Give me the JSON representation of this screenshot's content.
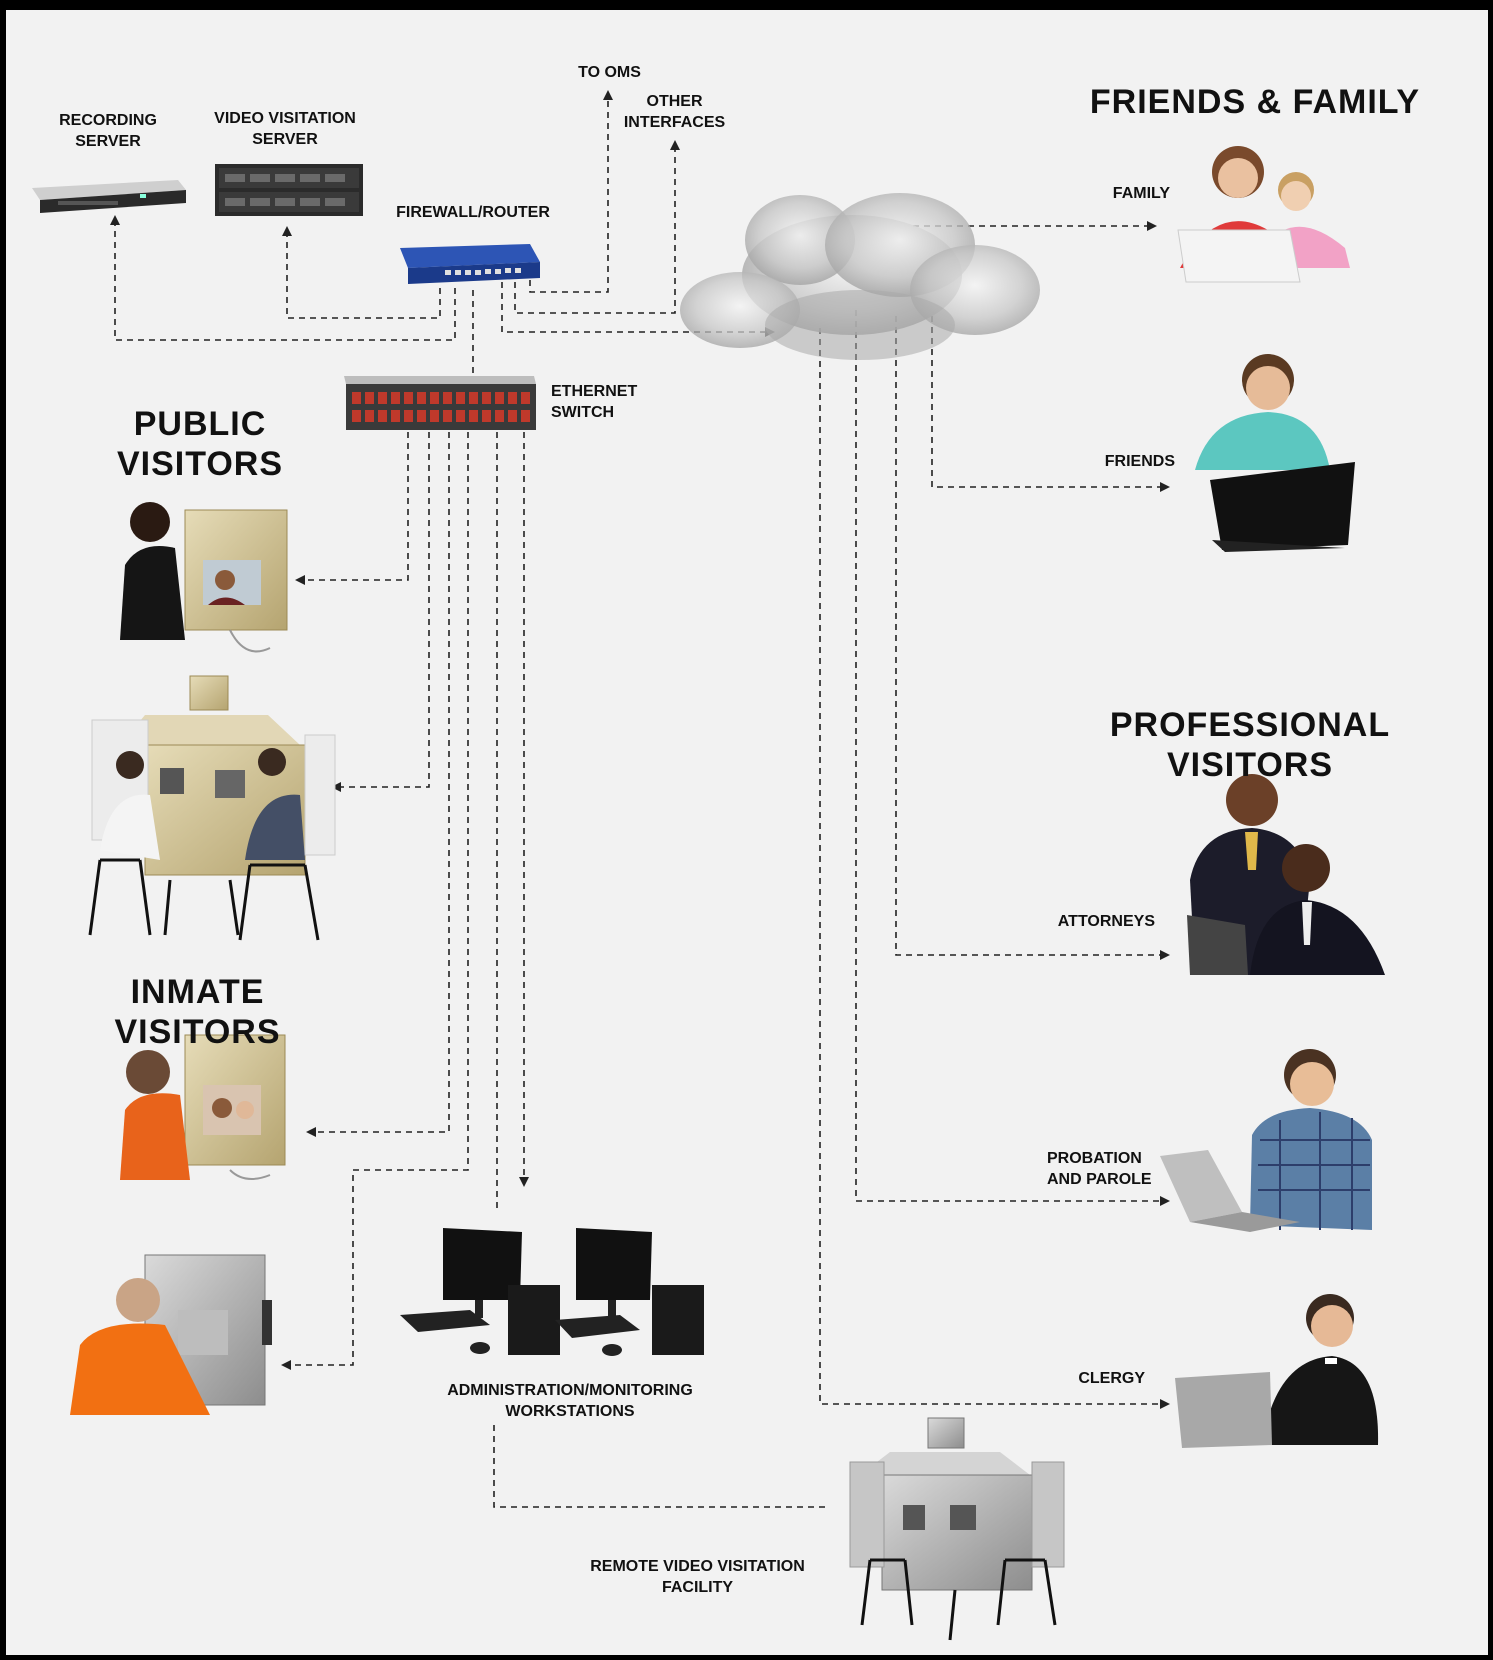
{
  "labels": {
    "recording_server": "RECORDING\nSERVER",
    "video_visitation_server": "VIDEO VISITATION\nSERVER",
    "firewall_router": "FIREWALL/ROUTER",
    "to_oms": "TO OMS",
    "other_interfaces": "OTHER\nINTERFACES",
    "ethernet_switch": "ETHERNET\nSWITCH",
    "family": "FAMILY",
    "friends": "FRIENDS",
    "attorneys": "ATTORNEYS",
    "probation_parole": "PROBATION\nAND PAROLE",
    "clergy": "CLERGY",
    "admin_workstations": "ADMINISTRATION/MONITORING\nWORKSTATIONS",
    "remote_facility": "REMOTE VIDEO VISITATION FACILITY"
  },
  "headings": {
    "friends_family": "FRIENDS & FAMILY",
    "public_visitors": "PUBLIC\nVISITORS",
    "professional_visitors": "PROFESSIONAL VISITORS",
    "inmate_visitors": "INMATE VISITORS"
  },
  "colors": {
    "background": "#f2f2f2",
    "frame": "#000000",
    "line": "#222222",
    "router_blue": "#1f3f8f",
    "switch_red": "#c0392b",
    "inmate_orange": "#e8631b",
    "kiosk_gold": "#c9b98a"
  }
}
